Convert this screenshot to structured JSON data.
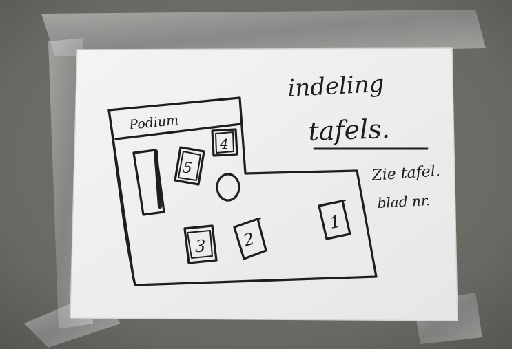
{
  "photo": {
    "colors": {
      "wall": "#6f6d67",
      "paper": "#f1f0f0",
      "ink": "#1e1e1e",
      "tape": "#d9dde0"
    }
  },
  "sign": {
    "title_line1": "indeling",
    "title_line2": "tafels.",
    "note_line1": "Zie tafel.",
    "note_line2": "blad nr.",
    "stage_label": "Podium",
    "tables": [
      {
        "label": "1"
      },
      {
        "label": "2"
      },
      {
        "label": "3"
      },
      {
        "label": "4"
      },
      {
        "label": "5"
      }
    ]
  }
}
